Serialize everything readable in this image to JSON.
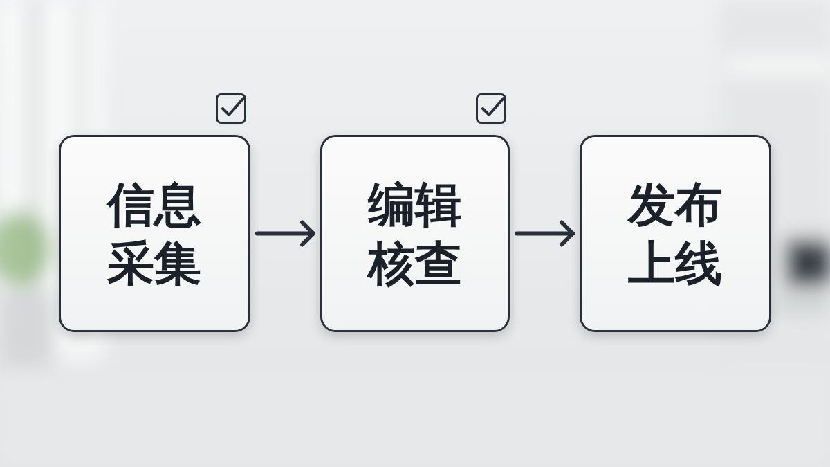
{
  "diagram": {
    "nodes": [
      {
        "text": [
          "信息 采集"
        ]
      },
      {
        "text": [
          "编辑 核查"
        ]
      },
      {
        "text": [
          "发布 上线"
        ]
      }
    ],
    "edges": [
      {
        "from": 0,
        "to": 1,
        "arrow": "to"
      },
      {
        "from": 1,
        "to": 2,
        "arrow": "to"
      }
    ]
  }
}
